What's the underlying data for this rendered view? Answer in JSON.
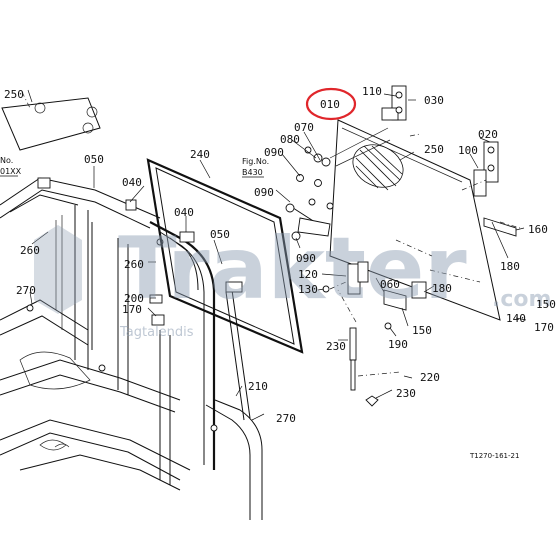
{
  "callouts": {
    "p250_top": "250",
    "p050_left": "050",
    "p040_a": "040",
    "p040_b": "040",
    "p240": "240",
    "p260_a": "260",
    "p260_b": "260",
    "p270_a": "270",
    "p270_b": "270",
    "p200": "200",
    "p170": "170",
    "p050_mid": "050",
    "p210": "210",
    "p010": "010",
    "p110": "110",
    "p030": "030",
    "p070": "070",
    "p080": "080",
    "p090_a": "090",
    "p090_b": "090",
    "p090_c": "090",
    "p250_glass": "250",
    "p020": "020",
    "p100": "100",
    "p160": "160",
    "p180_a": "180",
    "p180_b": "180",
    "p120": "120",
    "p130": "130",
    "p060": "060",
    "p150_a": "150",
    "p150_b": "150",
    "p140": "140",
    "p170_r": "170",
    "p190": "190",
    "p230_a": "230",
    "p230_b": "230",
    "p220": "220"
  },
  "fig_ref": {
    "line1": "Fig.No.",
    "line2": "B430"
  },
  "frame_ref": {
    "line1": "No.",
    "line2": "01XX"
  },
  "drawing_code": "T1270-161-21",
  "watermark": {
    "main": "Trakter",
    "com": ".com",
    "sub": "Tagtalendis"
  },
  "highlight_color": "#e0262b"
}
